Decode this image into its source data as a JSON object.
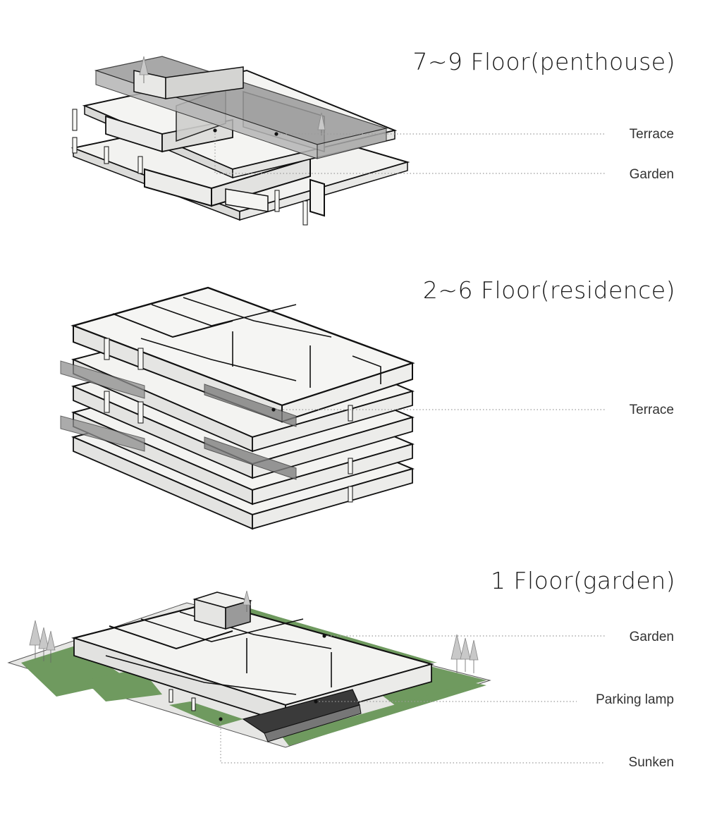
{
  "sections": [
    {
      "title": "7~9 Floor(penthouse)",
      "labels": [
        "Terrace",
        "Garden"
      ]
    },
    {
      "title": "2~6 Floor(residence)",
      "labels": [
        "Terrace"
      ]
    },
    {
      "title": "1 Floor(garden)",
      "labels": [
        "Garden",
        "Parking lamp",
        "Sunken"
      ]
    }
  ],
  "colors": {
    "wall": "#f0f0ee",
    "wall_shade": "#d6d6d4",
    "wall_edge": "#111111",
    "glass": "#8f8f8f",
    "lawn": "#6f9a5f",
    "leader": "#9a9a9a"
  }
}
